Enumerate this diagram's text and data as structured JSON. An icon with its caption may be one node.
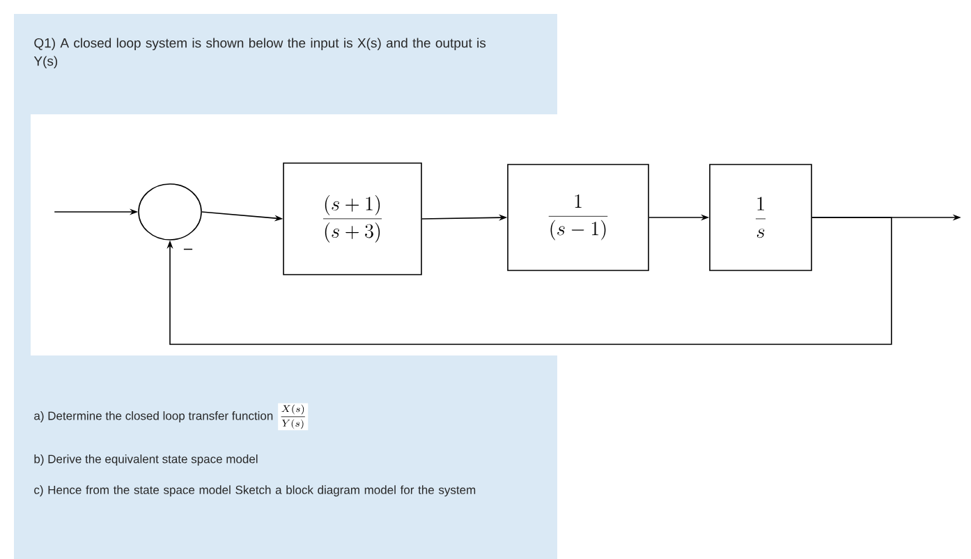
{
  "diagram": {
    "nodes": [
      {
        "text": [],
        "shape": "circle"
      },
      {
        "text": [
          "\\frac{(s+1)}{(s+3)}"
        ]
      },
      {
        "text": [
          "\\frac{1}{(s-1)}"
        ]
      },
      {
        "text": [
          "\\frac{1}{s}"
        ]
      }
    ],
    "edges": [
      {
        "from": null,
        "to": 0,
        "arrow": "to"
      },
      {
        "from": 0,
        "to": 1,
        "arrow": "to"
      },
      {
        "from": 1,
        "to": 2,
        "arrow": "to"
      },
      {
        "from": 2,
        "to": 3,
        "arrow": "to"
      },
      {
        "from": 3,
        "to": null,
        "arrow": "to"
      },
      {
        "from": 3,
        "to": 0,
        "arrow": "to"
      }
    ],
    "labels": [
      "Q1) A closed loop system is shown below the input is X(s) and the output is Y(s)",
      "–",
      "a) Determine the closed loop transfer function",
      "\\frac{X(s)}{Y(s)}",
      "b) Derive the equivalent state space model",
      "c) Hence from the state space model Sketch a block diagram model for the system"
    ]
  }
}
